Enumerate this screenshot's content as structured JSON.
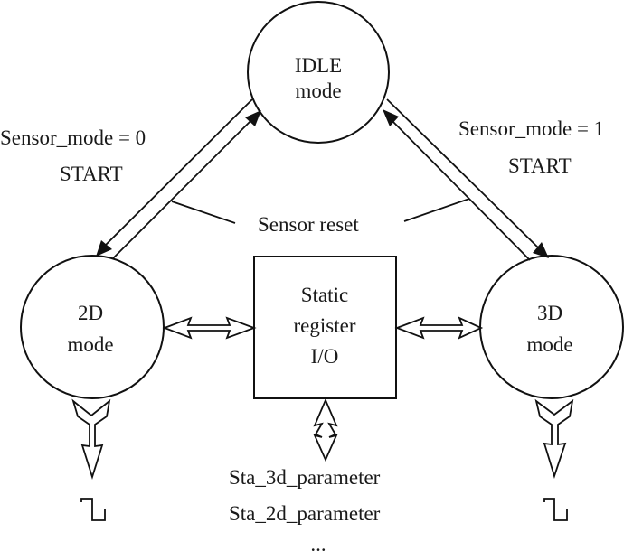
{
  "diagram": {
    "type": "state-diagram",
    "nodes": {
      "idle": {
        "line1": "IDLE",
        "line2": "mode",
        "shape": "circle"
      },
      "mode2d": {
        "line1": "2D",
        "line2": "mode",
        "shape": "circle"
      },
      "mode3d": {
        "line1": "3D",
        "line2": "mode",
        "shape": "circle"
      },
      "static_register": {
        "line1": "Static",
        "line2": "register",
        "line3": "I/O",
        "shape": "rectangle"
      }
    },
    "edges": [
      {
        "from": "idle",
        "to": "mode2d",
        "label": "Sensor_mode = 0 / START"
      },
      {
        "from": "mode2d",
        "to": "idle",
        "label": "Sensor reset"
      },
      {
        "from": "idle",
        "to": "mode3d",
        "label": "Sensor_mode = 1 / START"
      },
      {
        "from": "mode3d",
        "to": "idle",
        "label": "Sensor reset"
      },
      {
        "from": "mode2d",
        "to": "static_register",
        "bidirectional": true
      },
      {
        "from": "mode3d",
        "to": "static_register",
        "bidirectional": true
      },
      {
        "from": "static_register",
        "to": "parameters",
        "bidirectional": true
      },
      {
        "from": "mode2d",
        "to": "output-2d",
        "kind": "signal-output"
      },
      {
        "from": "mode3d",
        "to": "output-3d",
        "kind": "signal-output"
      }
    ],
    "labels": {
      "left_condition": "Sensor_mode = 0",
      "left_action": "START",
      "right_condition": "Sensor_mode = 1",
      "right_action": "START",
      "reset": "Sensor reset"
    },
    "parameters": {
      "line1": "Sta_3d_parameter",
      "line2": "Sta_2d_parameter",
      "more": "..."
    },
    "icons": {
      "left_output": "square-wave-icon",
      "right_output": "square-wave-icon"
    }
  }
}
